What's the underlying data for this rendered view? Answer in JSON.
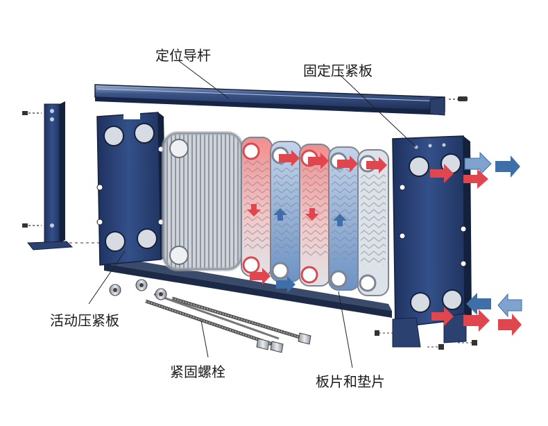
{
  "labels": {
    "guide_bar": "定位导杆",
    "fixed_plate": "固定压紧板",
    "movable_plate": "活动压紧板",
    "tightening_bolts": "紧固螺栓",
    "plates_and_gaskets": "板片和垫片"
  },
  "colors": {
    "frame_blue": "#2b4270",
    "frame_dark": "#1b2c4f",
    "hot_red": "#e0464e",
    "cold_blue": "#3f6fa8",
    "steel": "#b9bec6",
    "gasket": "#d94a4f"
  }
}
